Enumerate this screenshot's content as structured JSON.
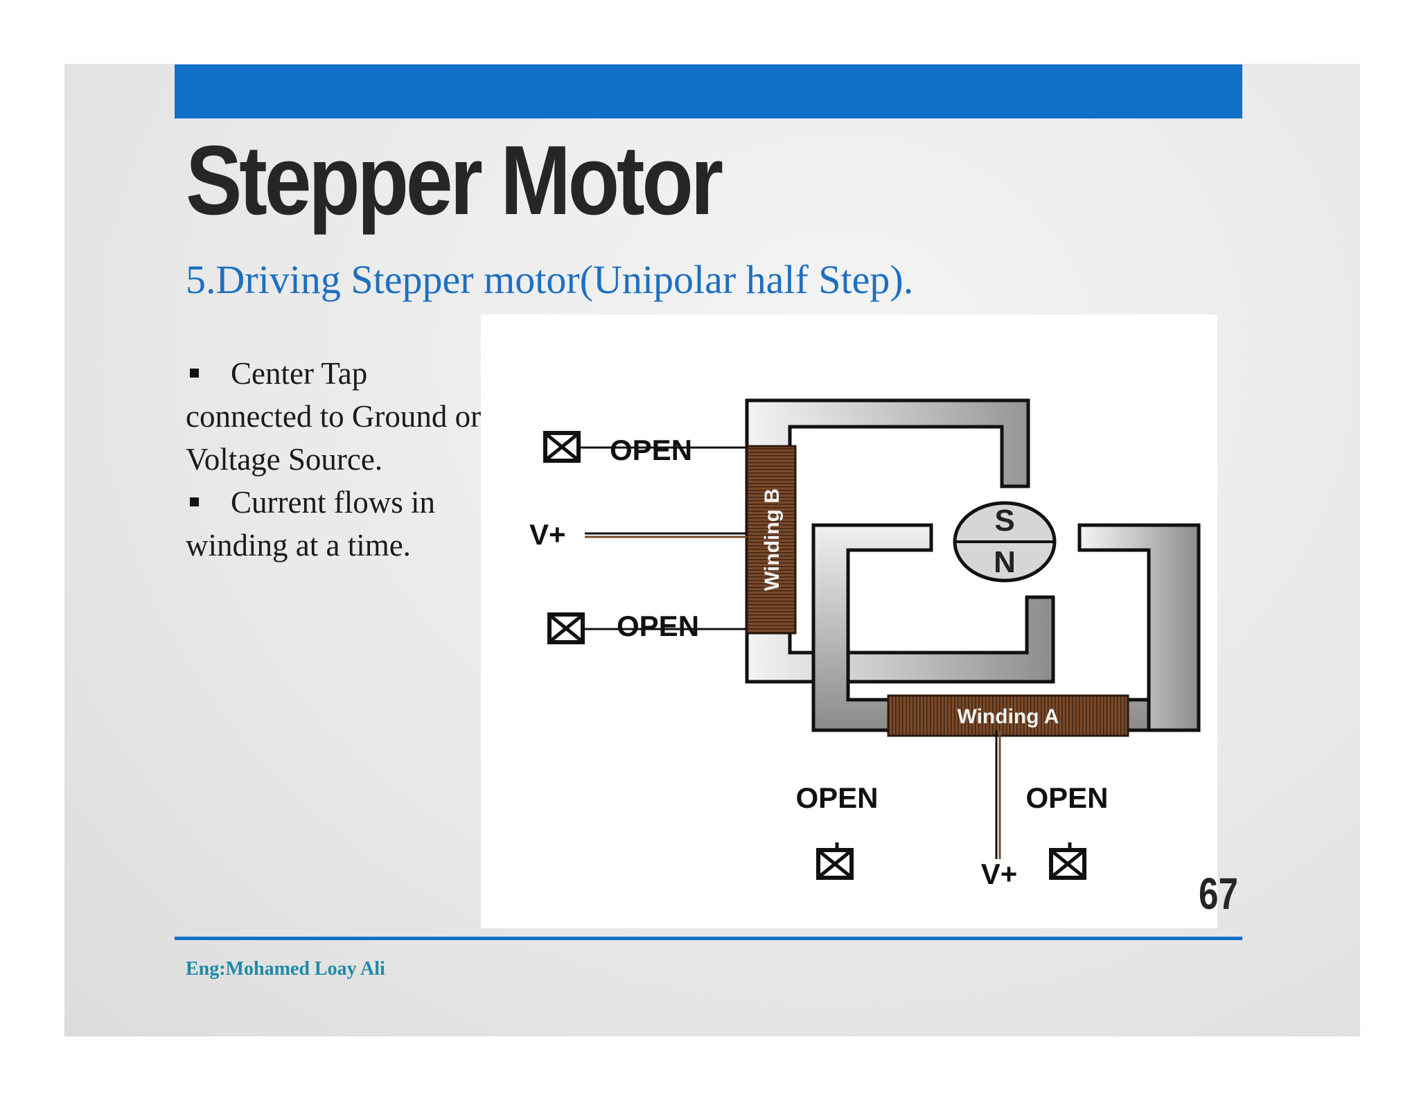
{
  "slide": {
    "title": "Stepper Motor",
    "subtitle": "5.Driving Stepper motor(Unipolar half Step).",
    "bullets": [
      "Center Tap connected to Ground or Voltage Source.",
      "Current flows in winding at a time."
    ],
    "page_number": "67",
    "footer": "Eng:Mohamed Loay Ali",
    "accent_color": "#1370c8"
  },
  "diagram": {
    "winding_b_label": "Winding B",
    "winding_a_label": "Winding A",
    "rotor_north": "N",
    "rotor_south": "S",
    "winding_b_top_state": "OPEN",
    "winding_b_center_label": "V+",
    "winding_b_bottom_state": "OPEN",
    "winding_a_left_state": "OPEN",
    "winding_a_center_label": "V+",
    "winding_a_right_state": "OPEN",
    "open_switch_icon": "open-switch-icon",
    "coil_color": "#7a4a2a"
  }
}
